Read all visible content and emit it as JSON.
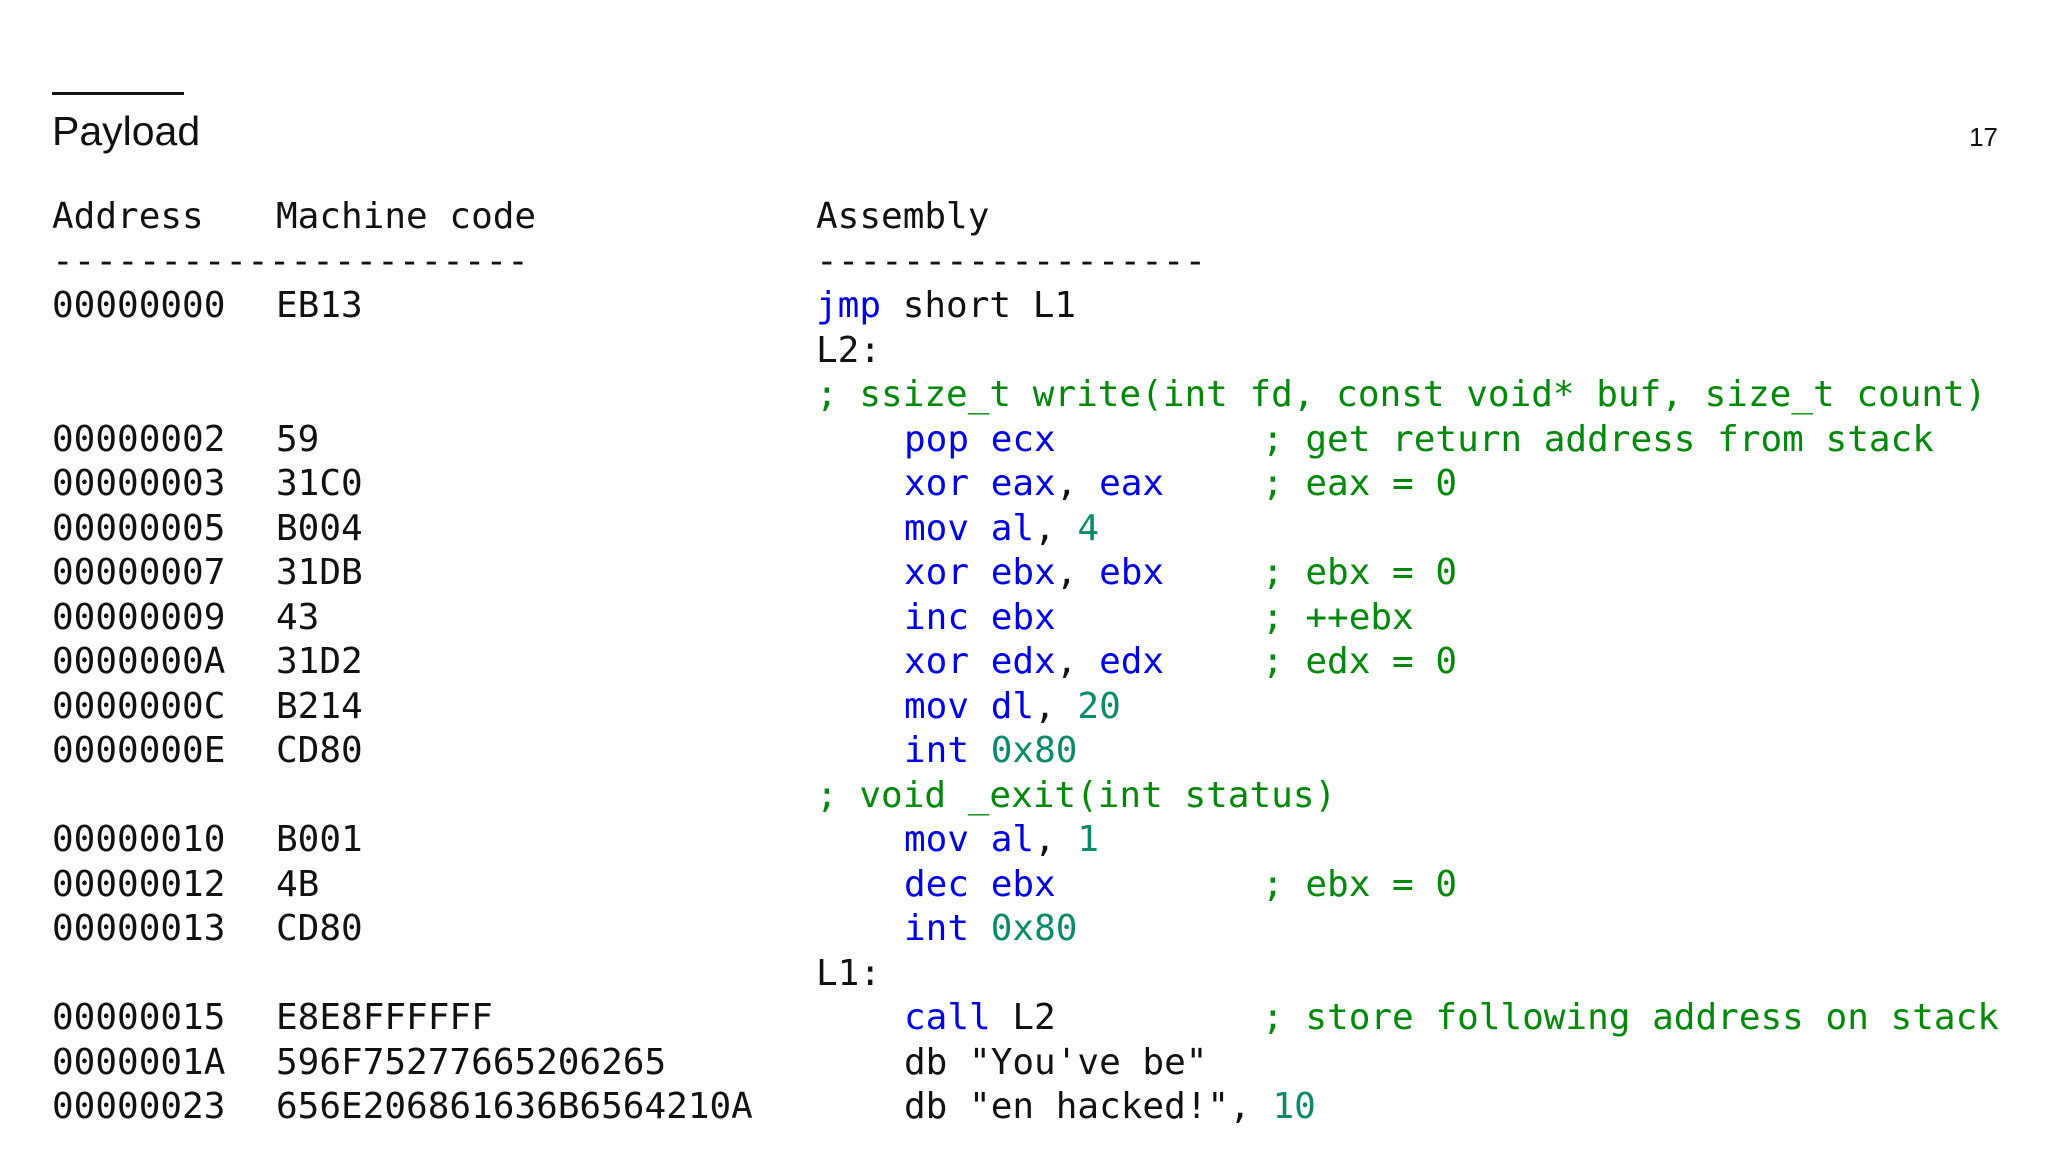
{
  "slide": {
    "title": "Payload",
    "page_number": "17"
  },
  "headers": {
    "address": "Address",
    "machine_code": "Machine code",
    "assembly": "Assembly"
  },
  "separators": {
    "left": "----------------------",
    "right": "------------------"
  },
  "rows": [
    {
      "addr": "00000000",
      "mc": "EB13",
      "indent": false,
      "asm": [
        {
          "t": "jmp",
          "c": "kw"
        },
        {
          "t": " short L1",
          "c": "txt"
        }
      ],
      "comment": ""
    },
    {
      "addr": "",
      "mc": "",
      "indent": false,
      "asm": [
        {
          "t": "L2:",
          "c": "txt"
        }
      ],
      "comment": ""
    },
    {
      "addr": "",
      "mc": "",
      "indent": false,
      "asm": [
        {
          "t": "; ssize_t write(int fd, const void* buf, size_t count)",
          "c": "cm"
        }
      ],
      "comment": ""
    },
    {
      "addr": "00000002",
      "mc": "59",
      "indent": true,
      "asm": [
        {
          "t": "pop ecx",
          "c": "kw"
        }
      ],
      "comment": "; get return address from stack"
    },
    {
      "addr": "00000003",
      "mc": "31C0",
      "indent": true,
      "asm": [
        {
          "t": "xor eax",
          "c": "kw"
        },
        {
          "t": ", ",
          "c": "txt"
        },
        {
          "t": "eax",
          "c": "kw"
        }
      ],
      "comment": "; eax = 0"
    },
    {
      "addr": "00000005",
      "mc": "B004",
      "indent": true,
      "asm": [
        {
          "t": "mov al",
          "c": "kw"
        },
        {
          "t": ", ",
          "c": "txt"
        },
        {
          "t": "4",
          "c": "num"
        }
      ],
      "comment": ""
    },
    {
      "addr": "00000007",
      "mc": "31DB",
      "indent": true,
      "asm": [
        {
          "t": "xor ebx",
          "c": "kw"
        },
        {
          "t": ", ",
          "c": "txt"
        },
        {
          "t": "ebx",
          "c": "kw"
        }
      ],
      "comment": "; ebx = 0"
    },
    {
      "addr": "00000009",
      "mc": "43",
      "indent": true,
      "asm": [
        {
          "t": "inc ebx",
          "c": "kw"
        }
      ],
      "comment": "; ++ebx"
    },
    {
      "addr": "0000000A",
      "mc": "31D2",
      "indent": true,
      "asm": [
        {
          "t": "xor edx",
          "c": "kw"
        },
        {
          "t": ", ",
          "c": "txt"
        },
        {
          "t": "edx",
          "c": "kw"
        }
      ],
      "comment": "; edx = 0"
    },
    {
      "addr": "0000000C",
      "mc": "B214",
      "indent": true,
      "asm": [
        {
          "t": "mov dl",
          "c": "kw"
        },
        {
          "t": ", ",
          "c": "txt"
        },
        {
          "t": "20",
          "c": "num"
        }
      ],
      "comment": ""
    },
    {
      "addr": "0000000E",
      "mc": "CD80",
      "indent": true,
      "asm": [
        {
          "t": "int",
          "c": "kw"
        },
        {
          "t": " ",
          "c": "txt"
        },
        {
          "t": "0x80",
          "c": "num"
        }
      ],
      "comment": ""
    },
    {
      "addr": "",
      "mc": "",
      "indent": false,
      "asm": [
        {
          "t": "; void _exit(int status)",
          "c": "cm"
        }
      ],
      "comment": ""
    },
    {
      "addr": "00000010",
      "mc": "B001",
      "indent": true,
      "asm": [
        {
          "t": "mov al",
          "c": "kw"
        },
        {
          "t": ", ",
          "c": "txt"
        },
        {
          "t": "1",
          "c": "num"
        }
      ],
      "comment": ""
    },
    {
      "addr": "00000012",
      "mc": "4B",
      "indent": true,
      "asm": [
        {
          "t": "dec ebx",
          "c": "kw"
        }
      ],
      "comment": "; ebx = 0"
    },
    {
      "addr": "00000013",
      "mc": "CD80",
      "indent": true,
      "asm": [
        {
          "t": "int",
          "c": "kw"
        },
        {
          "t": " ",
          "c": "txt"
        },
        {
          "t": "0x80",
          "c": "num"
        }
      ],
      "comment": ""
    },
    {
      "addr": "",
      "mc": "",
      "indent": false,
      "asm": [
        {
          "t": "L1:",
          "c": "txt"
        }
      ],
      "comment": ""
    },
    {
      "addr": "00000015",
      "mc": "E8E8FFFFFF",
      "indent": true,
      "asm": [
        {
          "t": "call",
          "c": "kw"
        },
        {
          "t": " L2",
          "c": "txt"
        }
      ],
      "comment": "; store following address on stack"
    },
    {
      "addr": "0000001A",
      "mc": "596F75277665206265",
      "indent": true,
      "asm": [
        {
          "t": "db \"You've be\"",
          "c": "txt"
        }
      ],
      "comment": ""
    },
    {
      "addr": "00000023",
      "mc": "656E206861636B6564210A",
      "indent": true,
      "asm": [
        {
          "t": "db \"en hacked!\", ",
          "c": "txt"
        },
        {
          "t": "10",
          "c": "num"
        }
      ],
      "comment": ""
    }
  ],
  "colors": {
    "keyword": "#0000e6",
    "comment": "#00880a",
    "number": "#0a8a6a",
    "text": "#111111"
  }
}
